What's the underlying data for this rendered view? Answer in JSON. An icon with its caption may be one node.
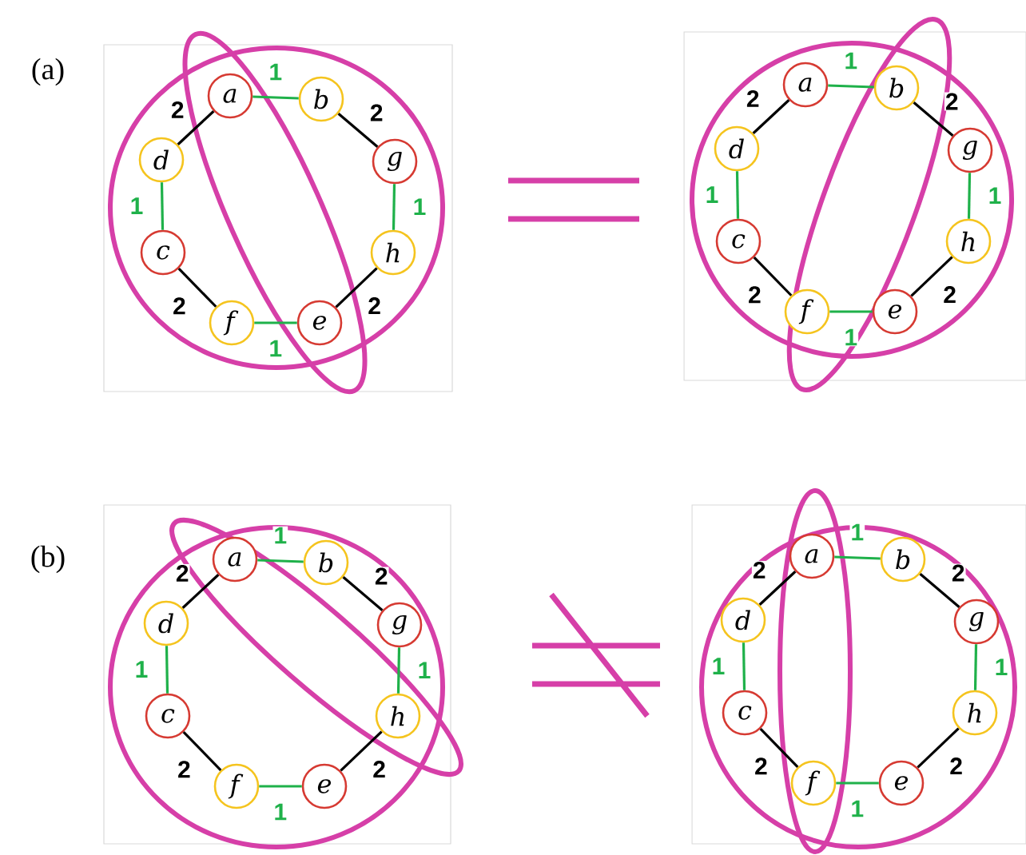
{
  "diagram": {
    "nodes": [
      {
        "text": [
          "*a*"
        ]
      },
      {
        "text": [
          "*b*"
        ]
      },
      {
        "text": [
          "*d*"
        ]
      },
      {
        "text": [
          "*g*"
        ]
      },
      {
        "text": [
          "*c*"
        ]
      },
      {
        "text": [
          "*h*"
        ]
      },
      {
        "text": [
          "*f*"
        ]
      },
      {
        "text": [
          "*e*"
        ]
      },
      {
        "text": [
          "*a*"
        ]
      },
      {
        "text": [
          "*b*"
        ]
      },
      {
        "text": [
          "*d*"
        ]
      },
      {
        "text": [
          "*g*"
        ]
      },
      {
        "text": [
          "*c*"
        ]
      },
      {
        "text": [
          "*h*"
        ]
      },
      {
        "text": [
          "*f*"
        ]
      },
      {
        "text": [
          "*e*"
        ]
      },
      {
        "text": [
          "*a*"
        ]
      },
      {
        "text": [
          "*b*"
        ]
      },
      {
        "text": [
          "*d*"
        ]
      },
      {
        "text": [
          "*g*"
        ]
      },
      {
        "text": [
          "*c*"
        ]
      },
      {
        "text": [
          "*h*"
        ]
      },
      {
        "text": [
          "*f*"
        ]
      },
      {
        "text": [
          "*e*"
        ]
      },
      {
        "text": [
          "*a*"
        ]
      },
      {
        "text": [
          "*b*"
        ]
      },
      {
        "text": [
          "*d*"
        ]
      },
      {
        "text": [
          "*g*"
        ]
      },
      {
        "text": [
          "*c*"
        ]
      },
      {
        "text": [
          "*h*"
        ]
      },
      {
        "text": [
          "*f*"
        ]
      },
      {
        "text": [
          "*e*"
        ]
      }
    ],
    "edges": [
      {
        "from": 0,
        "to": 1,
        "arrow": "none",
        "label": "1",
        "color": "#1fb14a"
      },
      {
        "from": 1,
        "to": 3,
        "arrow": "none",
        "label": "2",
        "color": "#000000"
      },
      {
        "from": 3,
        "to": 5,
        "arrow": "none",
        "label": "1",
        "color": "#1fb14a"
      },
      {
        "from": 5,
        "to": 7,
        "arrow": "none",
        "label": "2",
        "color": "#000000"
      },
      {
        "from": 7,
        "to": 6,
        "arrow": "none",
        "label": "1",
        "color": "#1fb14a"
      },
      {
        "from": 6,
        "to": 4,
        "arrow": "none",
        "label": "2",
        "color": "#000000"
      },
      {
        "from": 4,
        "to": 2,
        "arrow": "none",
        "label": "1",
        "color": "#1fb14a"
      },
      {
        "from": 2,
        "to": 0,
        "arrow": "none",
        "label": "2",
        "color": "#000000"
      },
      {
        "from": 8,
        "to": 9,
        "arrow": "none",
        "label": "1",
        "color": "#1fb14a"
      },
      {
        "from": 9,
        "to": 11,
        "arrow": "none",
        "label": "2",
        "color": "#000000"
      },
      {
        "from": 11,
        "to": 13,
        "arrow": "none",
        "label": "1",
        "color": "#1fb14a"
      },
      {
        "from": 13,
        "to": 15,
        "arrow": "none",
        "label": "2",
        "color": "#000000"
      },
      {
        "from": 15,
        "to": 14,
        "arrow": "none",
        "label": "1",
        "color": "#1fb14a"
      },
      {
        "from": 14,
        "to": 12,
        "arrow": "none",
        "label": "2",
        "color": "#000000"
      },
      {
        "from": 12,
        "to": 10,
        "arrow": "none",
        "label": "1",
        "color": "#1fb14a"
      },
      {
        "from": 10,
        "to": 8,
        "arrow": "none",
        "label": "2",
        "color": "#000000"
      },
      {
        "from": 16,
        "to": 17,
        "arrow": "none",
        "label": "1",
        "color": "#1fb14a"
      },
      {
        "from": 17,
        "to": 19,
        "arrow": "none",
        "label": "2",
        "color": "#000000"
      },
      {
        "from": 19,
        "to": 21,
        "arrow": "none",
        "label": "1",
        "color": "#1fb14a"
      },
      {
        "from": 21,
        "to": 23,
        "arrow": "none",
        "label": "2",
        "color": "#000000"
      },
      {
        "from": 23,
        "to": 22,
        "arrow": "none",
        "label": "1",
        "color": "#1fb14a"
      },
      {
        "from": 22,
        "to": 20,
        "arrow": "none",
        "label": "2",
        "color": "#000000"
      },
      {
        "from": 20,
        "to": 18,
        "arrow": "none",
        "label": "1",
        "color": "#1fb14a"
      },
      {
        "from": 18,
        "to": 16,
        "arrow": "none",
        "label": "2",
        "color": "#000000"
      },
      {
        "from": 24,
        "to": 25,
        "arrow": "none",
        "label": "1",
        "color": "#1fb14a"
      },
      {
        "from": 25,
        "to": 27,
        "arrow": "none",
        "label": "2",
        "color": "#000000"
      },
      {
        "from": 27,
        "to": 29,
        "arrow": "none",
        "label": "1",
        "color": "#1fb14a"
      },
      {
        "from": 29,
        "to": 31,
        "arrow": "none",
        "label": "2",
        "color": "#000000"
      },
      {
        "from": 31,
        "to": 30,
        "arrow": "none",
        "label": "1",
        "color": "#1fb14a"
      },
      {
        "from": 30,
        "to": 28,
        "arrow": "none",
        "label": "2",
        "color": "#000000"
      },
      {
        "from": 28,
        "to": 26,
        "arrow": "none",
        "label": "1",
        "color": "#1fb14a"
      },
      {
        "from": 26,
        "to": 24,
        "arrow": "none",
        "label": "2",
        "color": "#000000"
      }
    ],
    "labels": [
      "(a)",
      "(b)"
    ]
  }
}
